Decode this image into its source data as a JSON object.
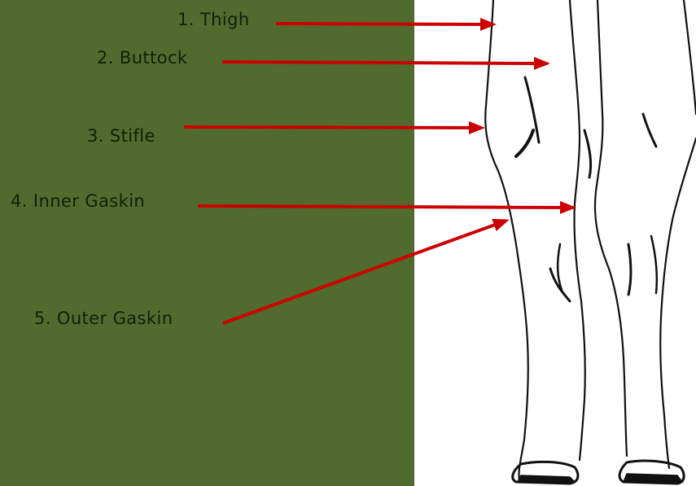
{
  "colors": {
    "panel_bg": "#516b2e",
    "label_text": "#0f1f0a",
    "arrow": "#cc0000",
    "legs_fill": "#ffffff",
    "legs_stroke": "#111111"
  },
  "labels": [
    {
      "id": "thigh",
      "text": "1. Thigh"
    },
    {
      "id": "buttock",
      "text": "2. Buttock"
    },
    {
      "id": "stifle",
      "text": "3. Stifle"
    },
    {
      "id": "inner-gaskin",
      "text": "4. Inner Gaskin"
    },
    {
      "id": "outer-gaskin",
      "text": "5. Outer Gaskin"
    }
  ]
}
